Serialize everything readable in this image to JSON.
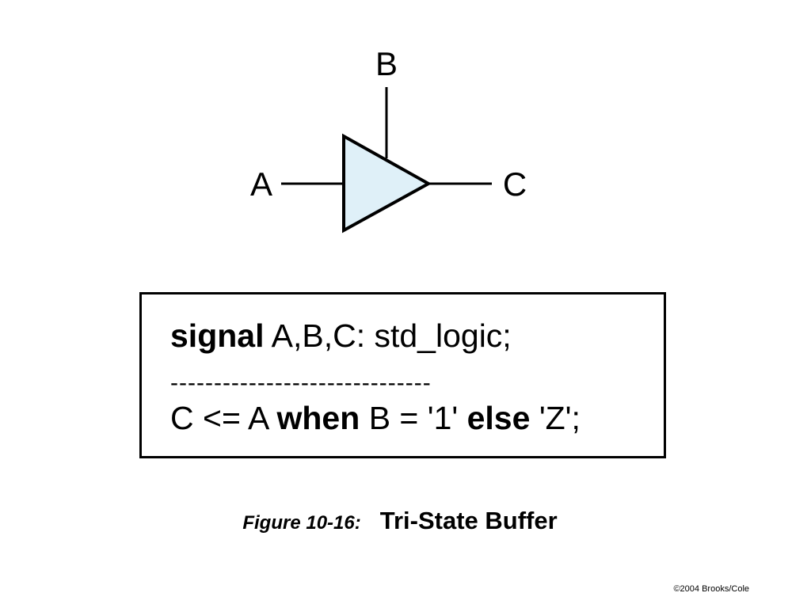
{
  "diagram": {
    "pins": {
      "input": "A",
      "enable": "B",
      "output": "C"
    },
    "symbol_icon": "tri-state-buffer-icon",
    "colors": {
      "fill": "#dff0f8",
      "stroke": "#000000"
    }
  },
  "code": {
    "line1": {
      "keyword": "signal",
      "rest": " A,B,C: std_logic;"
    },
    "separator": "------------------------------",
    "line3": {
      "part1": "C <= A ",
      "kw_when": "when",
      "part2": " B = '1' ",
      "kw_else": "else",
      "part3": " 'Z';"
    }
  },
  "caption": {
    "number": "Figure 10-16:",
    "title": "Tri-State Buffer"
  },
  "copyright": "©2004 Brooks/Cole"
}
